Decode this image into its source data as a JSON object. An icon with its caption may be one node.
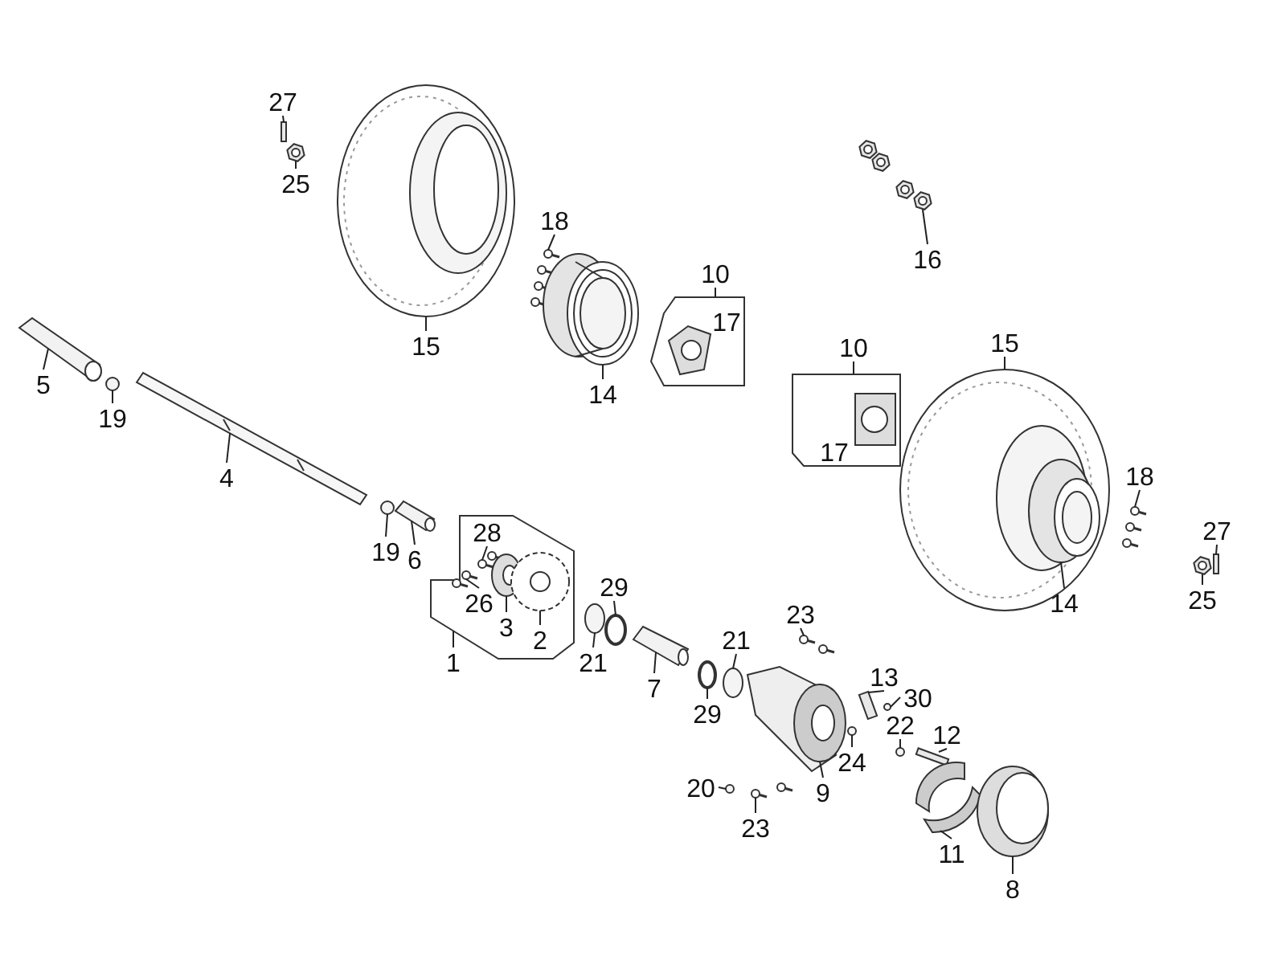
{
  "diagram": {
    "nodes": [
      {
        "text": [
          "17"
        ]
      },
      {
        "text": [
          "17"
        ]
      },
      {
        "text": [],
        "shape": "box"
      },
      {
        "text": [
          "27"
        ]
      },
      {
        "text": [
          "25"
        ]
      },
      {
        "text": [
          "18"
        ]
      },
      {
        "text": [
          "10"
        ]
      },
      {
        "text": [
          "16"
        ]
      },
      {
        "text": [
          "15"
        ]
      },
      {
        "text": [
          "10"
        ]
      },
      {
        "text": [
          "15"
        ]
      },
      {
        "text": [
          "5"
        ]
      },
      {
        "text": [
          "14"
        ]
      },
      {
        "text": [
          "19"
        ]
      },
      {
        "text": [
          "18"
        ]
      },
      {
        "text": [
          "4"
        ]
      },
      {
        "text": [
          "28"
        ],
        "in": 2
      },
      {
        "text": [
          "27"
        ]
      },
      {
        "text": [
          "19"
        ]
      },
      {
        "text": [
          "6"
        ]
      },
      {
        "text": [
          "29"
        ]
      },
      {
        "text": [
          "25"
        ]
      },
      {
        "text": [
          "26"
        ],
        "in": 2
      },
      {
        "text": [
          "14"
        ]
      },
      {
        "text": [
          "3"
        ],
        "in": 2
      },
      {
        "text": [
          "23"
        ]
      },
      {
        "text": [
          "2"
        ],
        "in": 2
      },
      {
        "text": [
          "21"
        ]
      },
      {
        "text": [
          "1"
        ]
      },
      {
        "text": [
          "21"
        ]
      },
      {
        "text": [
          "13"
        ]
      },
      {
        "text": [
          "7"
        ]
      },
      {
        "text": [
          "30"
        ]
      },
      {
        "text": [
          "29"
        ]
      },
      {
        "text": [
          "22"
        ]
      },
      {
        "text": [
          "12"
        ]
      },
      {
        "text": [
          "24"
        ]
      },
      {
        "text": [
          "9"
        ]
      },
      {
        "text": [
          "20"
        ]
      },
      {
        "text": [
          "23"
        ]
      },
      {
        "text": [
          "11"
        ]
      },
      {
        "text": [
          "8"
        ]
      },
      {
        "text": [],
        "shape": "bar"
      },
      {
        "text": [],
        "shape": "picture"
      },
      {
        "text": [],
        "shape": "picture"
      },
      {
        "text": [],
        "shape": "picture"
      },
      {
        "text": [],
        "shape": "picture"
      },
      {
        "text": [],
        "shape": "picture"
      },
      {
        "text": [],
        "shape": "picture"
      },
      {
        "text": [],
        "shape": "picture"
      },
      {
        "text": [],
        "shape": "circle"
      },
      {
        "text": [],
        "shape": "picture"
      },
      {
        "text": [],
        "shape": "picture"
      },
      {
        "text": [],
        "shape": "picture",
        "in": 2
      },
      {
        "text": [],
        "shape": "bar"
      },
      {
        "text": [],
        "shape": "circle"
      },
      {
        "text": [],
        "shape": "picture"
      },
      {
        "text": [],
        "shape": "circle"
      },
      {
        "text": [],
        "shape": "picture"
      },
      {
        "text": [],
        "shape": "picture",
        "in": 2
      },
      {
        "text": [],
        "shape": "picture",
        "in": 47
      },
      {
        "text": [],
        "shape": "picture",
        "in": 2
      },
      {
        "text": [],
        "shape": "picture"
      },
      {
        "text": [],
        "shape": "picture",
        "in": 2
      },
      {
        "text": [],
        "shape": "circle"
      },
      {
        "text": [],
        "shape": "circle"
      },
      {
        "text": [],
        "shape": "bar"
      },
      {
        "text": [],
        "shape": "picture"
      },
      {
        "text": [],
        "shape": "circle"
      },
      {
        "text": [],
        "shape": "circle"
      },
      {
        "text": [],
        "shape": "circle"
      },
      {
        "text": [],
        "shape": "bar"
      },
      {
        "text": [],
        "shape": "circle"
      },
      {
        "text": [],
        "shape": "picture"
      },
      {
        "text": [],
        "shape": "circle"
      },
      {
        "text": [],
        "shape": "picture"
      },
      {
        "text": [],
        "shape": "picture"
      },
      {
        "text": [],
        "shape": "picture"
      }
    ],
    "edges": [
      {
        "from": 3,
        "to": 42,
        "arrow": "none"
      },
      {
        "from": 4,
        "to": 43,
        "arrow": "none"
      },
      {
        "from": 5,
        "to": 44,
        "arrow": "none"
      },
      {
        "from": 6,
        "to": 0,
        "arrow": "none"
      },
      {
        "from": 7,
        "to": 45,
        "arrow": "none"
      },
      {
        "from": 8,
        "to": 46,
        "arrow": "none"
      },
      {
        "from": 9,
        "to": 1,
        "arrow": "none"
      },
      {
        "from": 10,
        "to": 47,
        "arrow": "none"
      },
      {
        "from": 11,
        "to": 48,
        "arrow": "none"
      },
      {
        "from": 12,
        "to": 49,
        "arrow": "none"
      },
      {
        "from": 13,
        "to": 50,
        "arrow": "none"
      },
      {
        "from": 14,
        "to": 51,
        "arrow": "none"
      },
      {
        "from": 15,
        "to": 52,
        "arrow": "none"
      },
      {
        "from": 16,
        "to": 53,
        "arrow": "none"
      },
      {
        "from": 17,
        "to": 54,
        "arrow": "none"
      },
      {
        "from": 18,
        "to": 55,
        "arrow": "none"
      },
      {
        "from": 19,
        "to": 56,
        "arrow": "none"
      },
      {
        "from": 20,
        "to": 57,
        "arrow": "none"
      },
      {
        "from": 21,
        "to": 58,
        "arrow": "none"
      },
      {
        "from": 22,
        "to": 59,
        "arrow": "none"
      },
      {
        "from": 23,
        "to": 60,
        "arrow": "none"
      },
      {
        "from": 24,
        "to": 61,
        "arrow": "none"
      },
      {
        "from": 25,
        "to": 62,
        "arrow": "none"
      },
      {
        "from": 26,
        "to": 63,
        "arrow": "none"
      },
      {
        "from": 27,
        "to": 64,
        "arrow": "none"
      },
      {
        "from": 28,
        "to": 2,
        "arrow": "none"
      },
      {
        "from": 29,
        "to": 65,
        "arrow": "none"
      },
      {
        "from": 30,
        "to": 66,
        "arrow": "none"
      },
      {
        "from": 31,
        "to": 67,
        "arrow": "none"
      },
      {
        "from": 32,
        "to": 68,
        "arrow": "none"
      },
      {
        "from": 33,
        "to": 69,
        "arrow": "none"
      },
      {
        "from": 34,
        "to": 70,
        "arrow": "none"
      },
      {
        "from": 35,
        "to": 71,
        "arrow": "none"
      },
      {
        "from": 36,
        "to": 72,
        "arrow": "none"
      },
      {
        "from": 37,
        "to": 73,
        "arrow": "none"
      },
      {
        "from": 38,
        "to": 74,
        "arrow": "none"
      },
      {
        "from": 39,
        "to": 75,
        "arrow": "none"
      },
      {
        "from": 40,
        "to": 76,
        "arrow": "none"
      },
      {
        "from": 41,
        "to": 77,
        "arrow": "none"
      }
    ]
  }
}
